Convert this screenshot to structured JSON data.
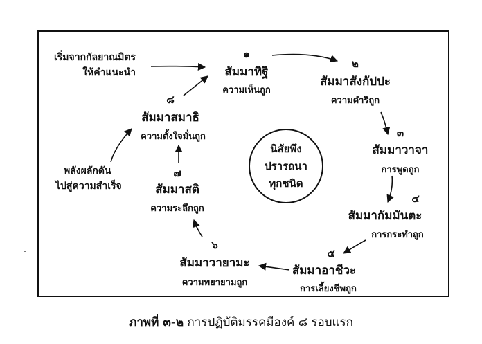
{
  "nodes": [
    {
      "num": "๑",
      "name": "สัมมาทิฐิ",
      "meaning": "ความเห็นถูก"
    },
    {
      "num": "๒",
      "name": "สัมมาสังกัปปะ",
      "meaning": "ความดำริถูก"
    },
    {
      "num": "๓",
      "name": "สัมมาวาจา",
      "meaning": "การพูดถูก"
    },
    {
      "num": "๔",
      "name": "สัมมากัมมันตะ",
      "meaning": "การกระทำถูก"
    },
    {
      "num": "๕",
      "name": "สัมมาอาชีวะ",
      "meaning": "การเลี้ยงชีพถูก"
    },
    {
      "num": "๖",
      "name": "สัมมาวายามะ",
      "meaning": "ความพยายามถูก"
    },
    {
      "num": "๗",
      "name": "สัมมาสติ",
      "meaning": "ความระลึกถูก"
    },
    {
      "num": "๘",
      "name": "สัมมาสมาธิ",
      "meaning": "ความตั้งใจมั่นถูก"
    }
  ],
  "start_note": [
    "เริ่มจากกัลยาณมิตร",
    "ให้คำแนะนำ"
  ],
  "success_note": [
    "พลังผลักดัน",
    "ไปสู่ความสำเร็จ"
  ],
  "center": [
    "นิสัยพึง",
    "ปรารถนา",
    "ทุกชนิด"
  ],
  "caption": {
    "label": "ภาพที่ ๓-๒",
    "text": "การปฏิบัติมรรคมีองค์ ๘ รอบแรก"
  }
}
